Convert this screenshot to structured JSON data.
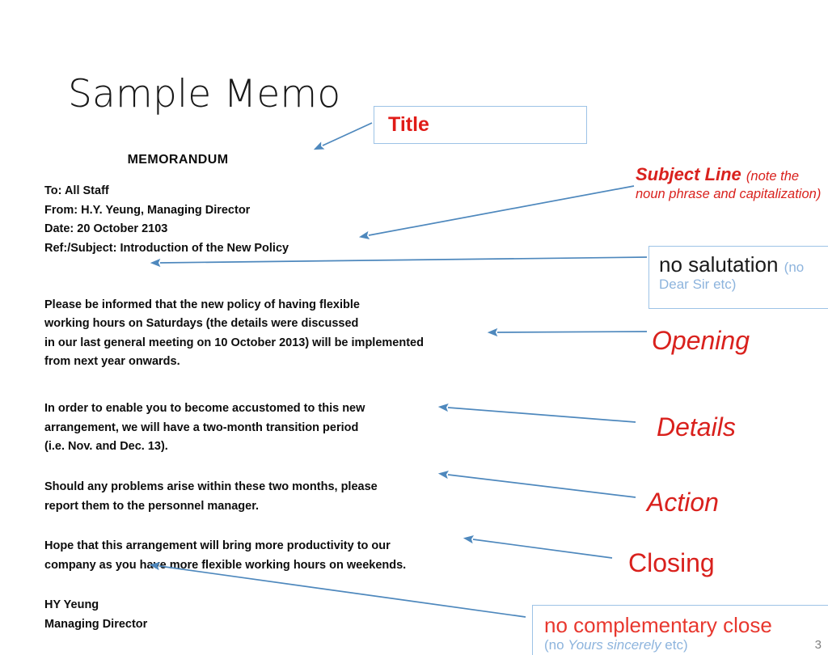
{
  "slide": {
    "title": "Sample Memo",
    "page_number": "3",
    "accent_red": "#d9211d",
    "accent_blue": "#9dc3e6",
    "arrow_blue": "#4e88bd",
    "light_blue_text": "#8db4dd"
  },
  "memo": {
    "heading": "MEMORANDUM",
    "fields": {
      "to": "To: All Staff",
      "from": "From: H.Y. Yeung, Managing Director",
      "date": "Date: 20 October 2103",
      "subject": "Ref:/Subject: Introduction of the New Policy"
    },
    "opening_paragraph": [
      "Please be informed that the new policy of having flexible",
      "working hours on Saturdays (the details were discussed",
      "in our last general meeting on 10 October 2013) will be implemented",
      "from next year onwards."
    ],
    "details_paragraph": [
      "In order to enable you to become accustomed to this new",
      "arrangement, we will have a two-month transition period",
      "(i.e. Nov. and Dec. 13)."
    ],
    "action_paragraph": [
      "Should any problems arise within these two months, please",
      "report them to the personnel manager."
    ],
    "closing_paragraph": [
      "Hope that this arrangement will bring more productivity to our",
      "company as you have more flexible working hours on weekends."
    ],
    "signature": [
      "HY Yeung",
      "Managing Director"
    ]
  },
  "annotations": {
    "title_box": {
      "label": "Title"
    },
    "subject_line": {
      "emphasis": "Subject Line ",
      "note": "(note the noun phrase and capitalization)"
    },
    "salutation_box": {
      "main": "no salutation ",
      "note_line1": "(no",
      "note_line2": "Dear Sir etc)"
    },
    "opening": "Opening",
    "details": "Details",
    "action": "Action",
    "closing": "Closing",
    "close_box": {
      "main": "no complementary close",
      "note_prefix": "(no ",
      "note_italic": "Yours sincerely",
      "note_suffix": " etc)"
    }
  }
}
